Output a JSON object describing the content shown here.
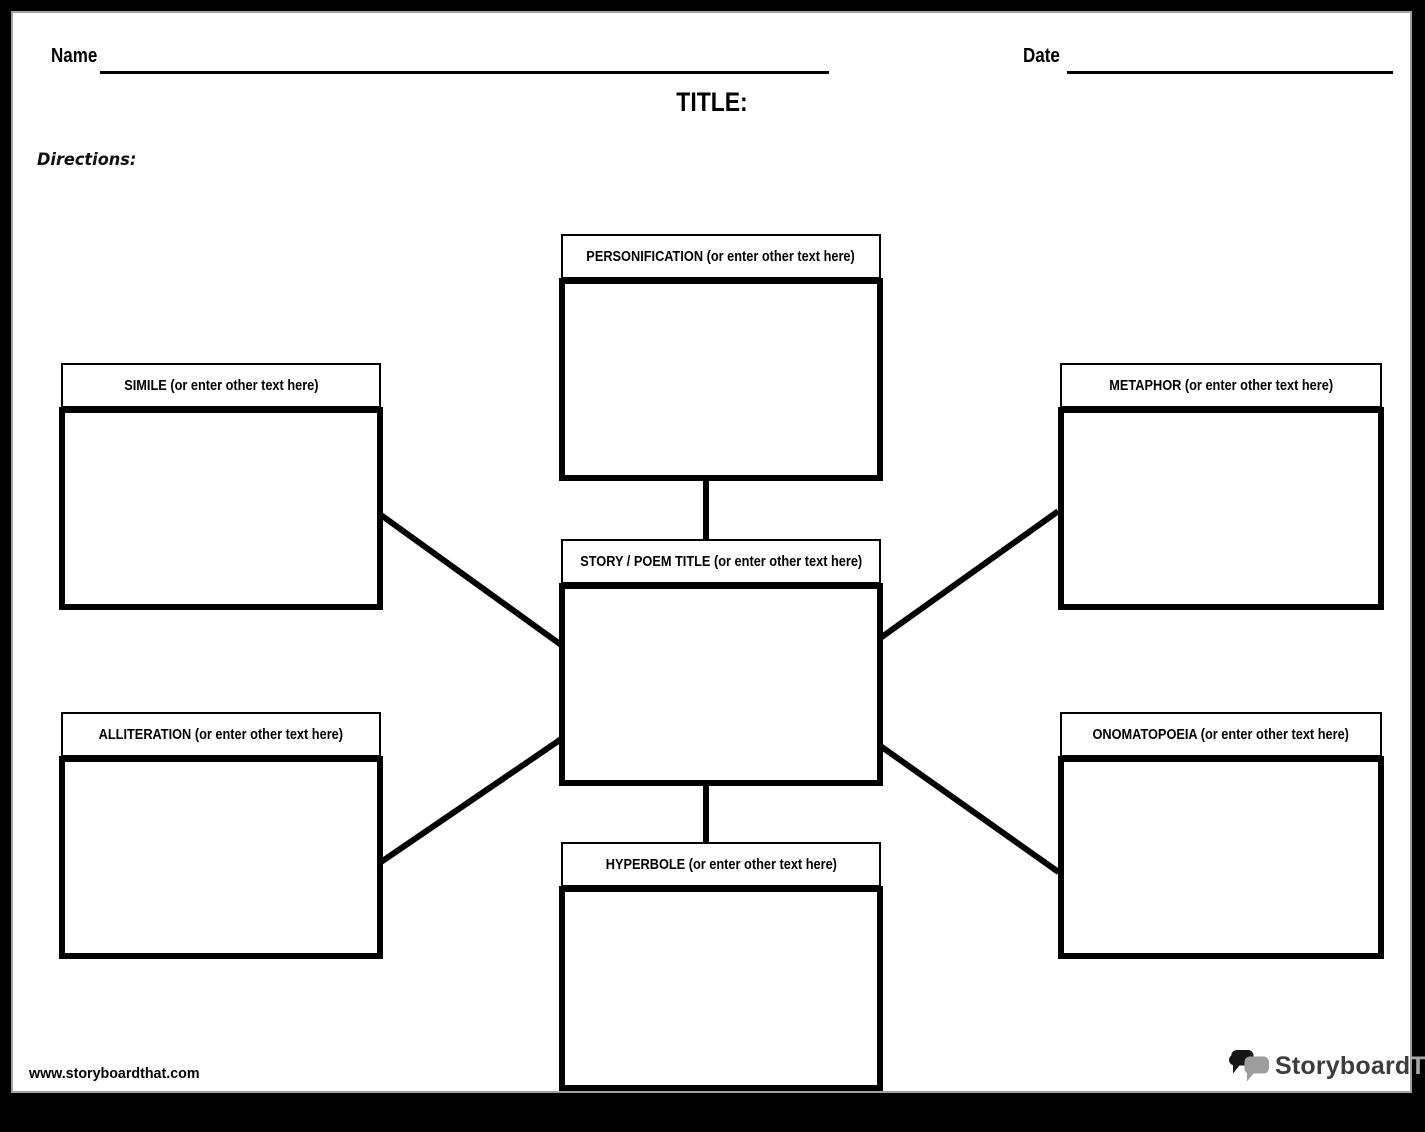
{
  "header": {
    "name_label": "Name",
    "name_value": "",
    "date_label": "Date",
    "date_value": "",
    "title_label": "TITLE:",
    "directions_label": "Directions:",
    "directions_value": ""
  },
  "diagram": {
    "center": {
      "keyword": "STORY / POEM TITLE",
      "hint": "(or enter other text here)",
      "value": ""
    },
    "nodes": [
      {
        "id": "personification",
        "keyword": "PERSONIFICATION",
        "hint": "(or enter other text here)",
        "value": ""
      },
      {
        "id": "simile",
        "keyword": "SIMILE",
        "hint": "(or enter other text here)",
        "value": ""
      },
      {
        "id": "metaphor",
        "keyword": "METAPHOR",
        "hint": "(or enter other text here)",
        "value": ""
      },
      {
        "id": "alliteration",
        "keyword": "ALLITERATION",
        "hint": "(or enter other text here)",
        "value": ""
      },
      {
        "id": "onomatopoeia",
        "keyword": "ONOMATOPOEIA",
        "hint": "(or enter other text here)",
        "value": ""
      },
      {
        "id": "hyperbole",
        "keyword": "HYPERBOLE",
        "hint": "(or enter other text here)",
        "value": ""
      }
    ]
  },
  "footer": {
    "website_url": "www.storyboardthat.com",
    "logo": {
      "brand_primary": "Storyboard",
      "brand_secondary": "That"
    }
  },
  "colors": {
    "frame": "#000000",
    "page_background": "#ffffff",
    "page_edge": "#a2a2a2",
    "line": "#000000",
    "logo_bubble_dark": "#161616",
    "logo_bubble_light": "#9d9d9d",
    "logo_text_primary": "#3d3d3d",
    "logo_text_secondary": "#a8a8a8"
  }
}
